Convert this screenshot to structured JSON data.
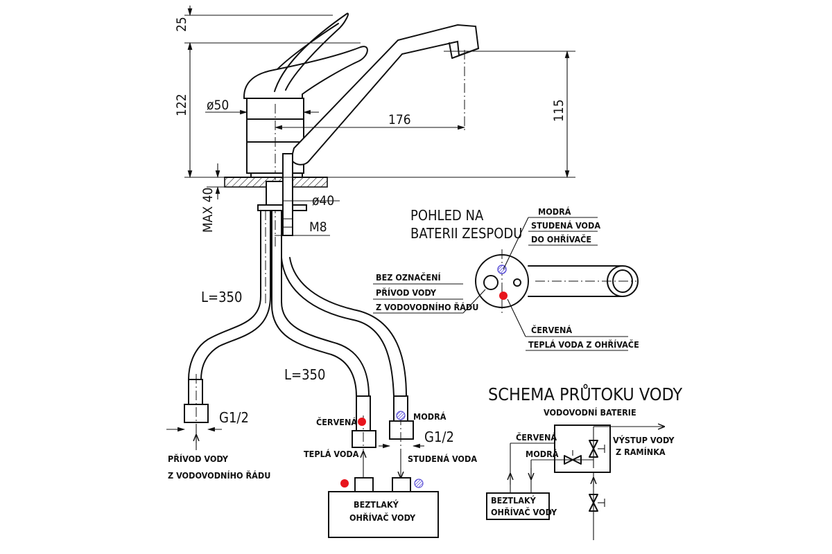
{
  "dimensions": {
    "height_top": "25",
    "height_body": "122",
    "diameter_body": "ø50",
    "spout_reach": "176",
    "spout_height": "115",
    "max_counter": "MAX 40",
    "diameter_hole": "ø40",
    "thread_rod": "M8",
    "hose_length_left": "L=350",
    "hose_length_right": "L=350",
    "thread_left": "G1/2",
    "thread_right": "G1/2"
  },
  "bottom_view": {
    "title_line1": "POHLED NA",
    "title_line2": "BATERII ZESPODU",
    "blue_label": [
      "MODRÁ",
      "STUDENÁ VODA",
      "DO OHŘÍVAČE"
    ],
    "plain_label": [
      "BEZ OZNAČENÍ",
      "PŘÍVOD VODY",
      "Z VODOVODNÍHO ŘÁDU"
    ],
    "red_label": [
      "ČERVENÁ",
      "TEPLÁ VODA Z OHŘÍVAČE"
    ]
  },
  "connections": {
    "inlet_line1": "PŘÍVOD VODY",
    "inlet_line2": "Z VODOVODNÍHO ŘÁDU",
    "red_tag": "ČERVENÁ",
    "blue_tag": "MODRÁ",
    "hot_water": "TEPLÁ VODA",
    "cold_water": "STUDENÁ VODA",
    "heater_line1": "BEZTLAKÝ",
    "heater_line2": "OHŘÍVAČ VODY"
  },
  "schema": {
    "title": "SCHEMA PRŮTOKU VODY",
    "faucet": "VODOVODNÍ BATERIE",
    "red": "ČERVENÁ",
    "blue": "MODRÁ",
    "outlet_line1": "VÝSTUP VODY",
    "outlet_line2": "Z RAMÍNKA",
    "heater_line1": "BEZTLAKÝ",
    "heater_line2": "OHŘÍVAČ VODY"
  },
  "colors": {
    "red_marker": "#e8141c",
    "blue_marker": "#5a4fd6",
    "line": "#111111"
  }
}
